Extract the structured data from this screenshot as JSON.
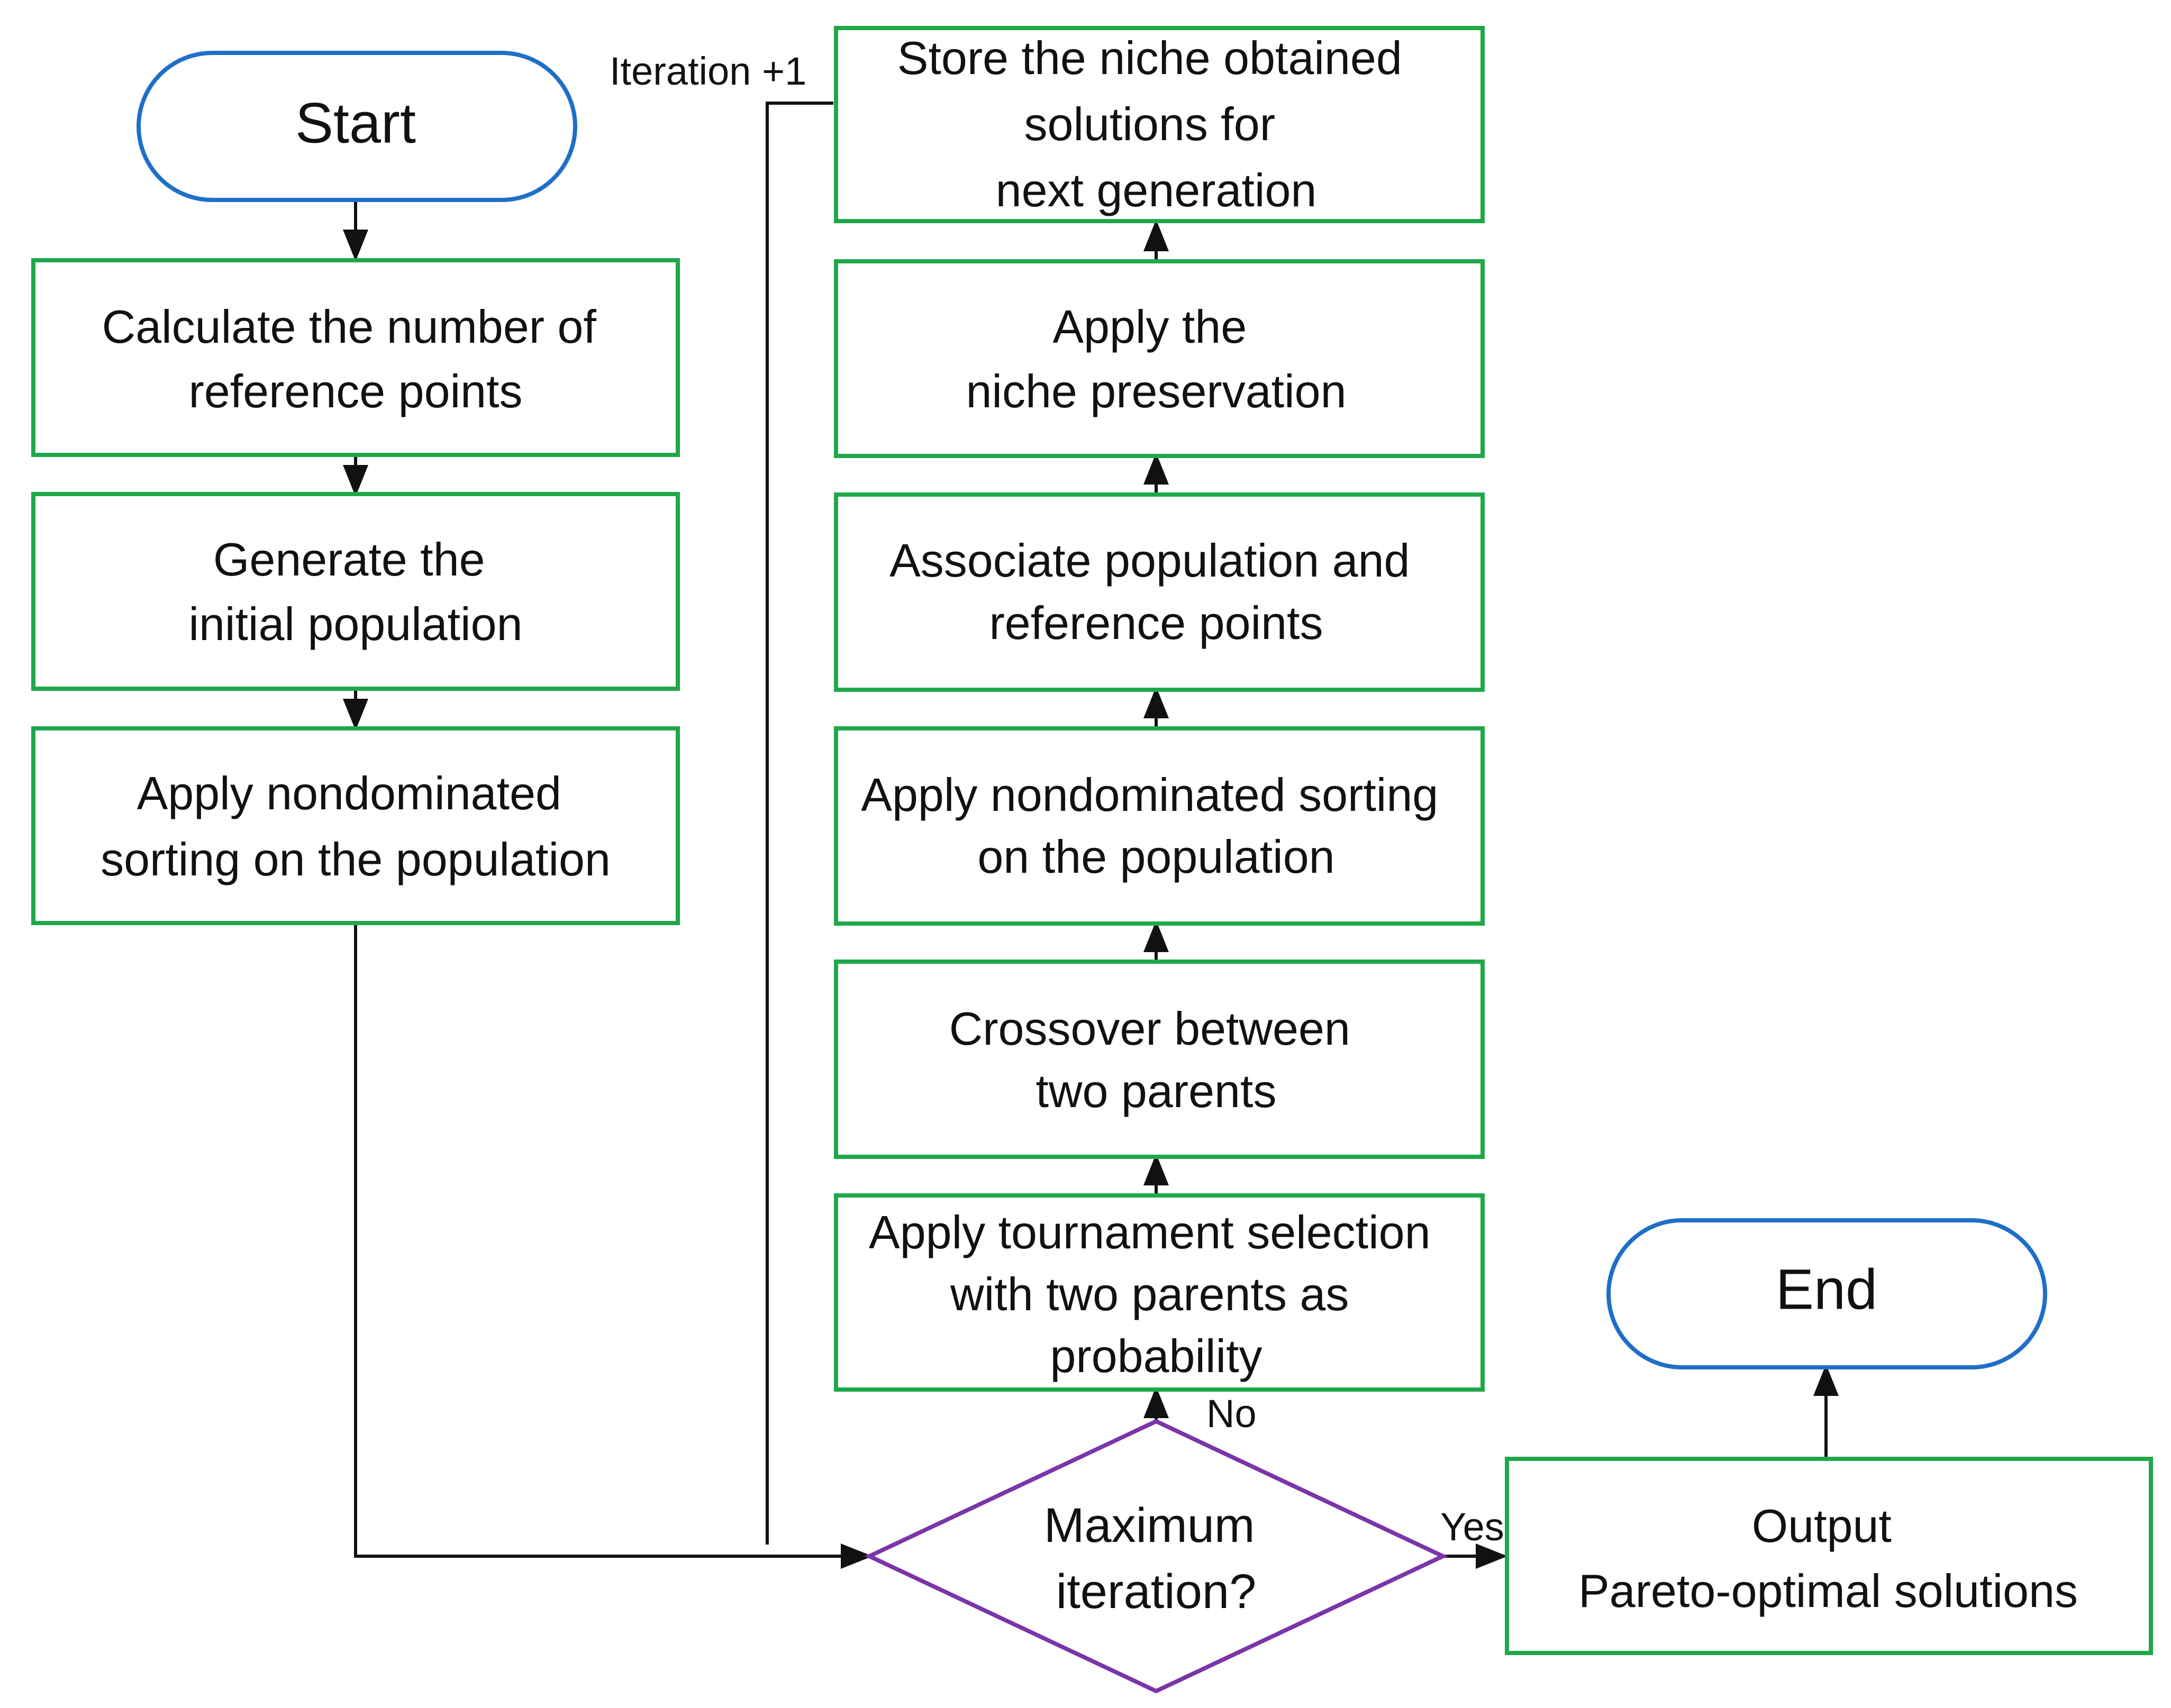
{
  "colors": {
    "process_border": "#1fa84a",
    "terminal_border": "#1f6fc9",
    "decision_border": "#7b35a8",
    "connector": "#111111"
  },
  "start": {
    "label": "Start"
  },
  "end": {
    "label": "End"
  },
  "left_steps": [
    {
      "lines": [
        "Calculate the number of",
        "reference points"
      ]
    },
    {
      "lines": [
        "Generate the",
        "initial population"
      ]
    },
    {
      "lines": [
        "Apply nondominated",
        "sorting on the population"
      ]
    }
  ],
  "right_steps": [
    {
      "lines": [
        "Store the niche obtained",
        "solutions for",
        "next generation"
      ]
    },
    {
      "lines": [
        "Apply the",
        "niche preservation"
      ]
    },
    {
      "lines": [
        "Associate population and",
        "reference points"
      ]
    },
    {
      "lines": [
        "Apply nondominated sorting",
        "on the population"
      ]
    },
    {
      "lines": [
        "Crossover between",
        "two parents"
      ]
    },
    {
      "lines": [
        "Apply tournament selection",
        "with two parents as",
        "probability"
      ]
    }
  ],
  "decision": {
    "lines": [
      "Maximum",
      "iteration?"
    ],
    "yes_label": "Yes",
    "no_label": "No"
  },
  "output": {
    "lines": [
      "Output",
      "Pareto-optimal solutions"
    ]
  },
  "loop_label": "Iteration +1"
}
